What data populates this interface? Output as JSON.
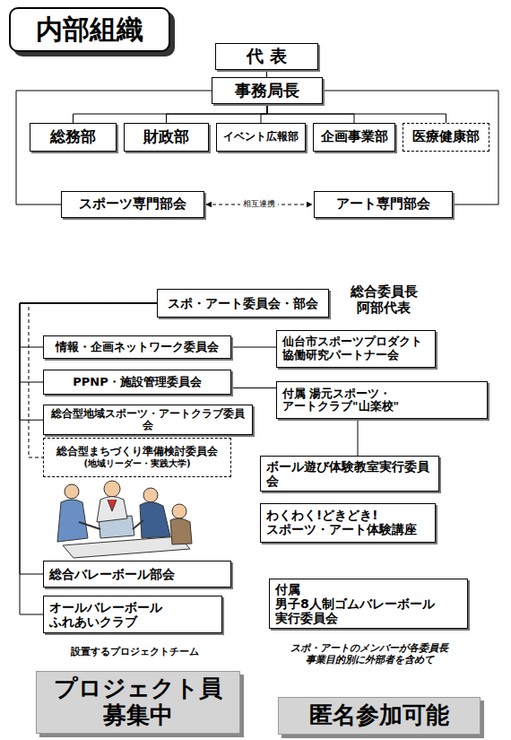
{
  "diagram": {
    "nodes": [
      {
        "text": [
          "内部組織"
        ]
      },
      {
        "text": [
          "代 表"
        ]
      },
      {
        "text": [
          "事務局長"
        ]
      },
      {
        "text": [
          "総務部"
        ]
      },
      {
        "text": [
          "財政部"
        ]
      },
      {
        "text": [
          "イベント広報部"
        ]
      },
      {
        "text": [
          "企画事業部"
        ]
      },
      {
        "text": [
          "医療健康部"
        ]
      },
      {
        "text": [
          "スポーツ専門部会"
        ]
      },
      {
        "text": [
          "アート専門部会"
        ]
      },
      {
        "text": [
          "スポ・アート委員会・部会"
        ]
      },
      {
        "text": [
          "情報・企画ネットワーク委員会"
        ]
      },
      {
        "text": [
          "PPNP・施設管理委員会"
        ]
      },
      {
        "text": [
          "総合型地域スポーツ・アートクラブ委員会"
        ]
      },
      {
        "text": [
          "総合型まちづくり準備検討委員会",
          "(地域リーダー・実践大学)"
        ]
      },
      {
        "text": [
          "総合バレーボール部会"
        ]
      },
      {
        "text": [
          "オールバレーボール ふれあいクラブ"
        ]
      },
      {
        "text": [
          "仙台市スポーツプロダクト 協働研究パートナー会"
        ]
      },
      {
        "text": [
          "付属 湯元スポーツ・アートクラブ\"山楽校\""
        ]
      },
      {
        "text": [
          "ボール遊び体験教室実行委員会"
        ]
      },
      {
        "text": [
          "わくわく!どきどき! スポーツ・アート体験講座"
        ]
      },
      {
        "text": [
          "付属 男子8人制ゴムバレーボール 実行委員会"
        ]
      },
      {
        "text": [
          "プロジェクト員 募集中"
        ]
      },
      {
        "text": [
          "匿名参加可能"
        ]
      }
    ],
    "edges": [
      {
        "from": 1,
        "to": 2,
        "arrow": "none"
      },
      {
        "from": 2,
        "to": 3,
        "arrow": "none"
      },
      {
        "from": 2,
        "to": 4,
        "arrow": "none"
      },
      {
        "from": 2,
        "to": 5,
        "arrow": "none"
      },
      {
        "from": 2,
        "to": 6,
        "arrow": "none"
      },
      {
        "from": 2,
        "to": 7,
        "arrow": "none"
      },
      {
        "from": 2,
        "to": 8,
        "arrow": "none"
      },
      {
        "from": 2,
        "to": 9,
        "arrow": "none"
      },
      {
        "from": 8,
        "to": 9,
        "label": "相互連携",
        "arrow": "both"
      },
      {
        "from": 10,
        "to": 11,
        "arrow": "none"
      },
      {
        "from": 10,
        "to": 12,
        "arrow": "none"
      },
      {
        "from": 10,
        "to": 13,
        "arrow": "none"
      },
      {
        "from": 10,
        "to": 14,
        "arrow": "none"
      },
      {
        "from": 10,
        "to": 15,
        "arrow": "none"
      },
      {
        "from": 10,
        "to": 16,
        "arrow": "none"
      },
      {
        "from": 11,
        "to": 17,
        "arrow": "none"
      },
      {
        "from": 12,
        "to": 18,
        "arrow": "none"
      },
      {
        "from": 18,
        "to": 19,
        "arrow": "none"
      }
    ],
    "labels": [
      "総合委員長 阿部代表",
      "設置するプロジェクトチーム",
      "スポ・アートのメンバーが各委員長 事業目的別に外部者を含めて"
    ]
  }
}
